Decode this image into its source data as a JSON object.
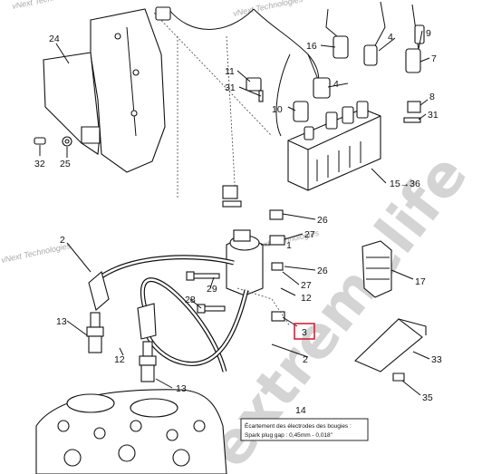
{
  "watermarks": {
    "brand_small": "vNext Technologies",
    "brand_large": "extremelife"
  },
  "callouts": [
    {
      "id": "c24",
      "text": "24"
    },
    {
      "id": "c16",
      "text": "16"
    },
    {
      "id": "c4a",
      "text": "4"
    },
    {
      "id": "c9",
      "text": "9"
    },
    {
      "id": "c11",
      "text": "11"
    },
    {
      "id": "c4b",
      "text": "4"
    },
    {
      "id": "c7",
      "text": "7"
    },
    {
      "id": "c31a",
      "text": "31"
    },
    {
      "id": "c10",
      "text": "10"
    },
    {
      "id": "c8",
      "text": "8"
    },
    {
      "id": "c31b",
      "text": "31"
    },
    {
      "id": "c32",
      "text": "32"
    },
    {
      "id": "c25",
      "text": "25"
    },
    {
      "id": "c1536",
      "text": "15→36"
    },
    {
      "id": "c26a",
      "text": "26"
    },
    {
      "id": "c2a",
      "text": "2"
    },
    {
      "id": "c27a",
      "text": "27"
    },
    {
      "id": "c1",
      "text": "1"
    },
    {
      "id": "c26b",
      "text": "26"
    },
    {
      "id": "c17",
      "text": "17"
    },
    {
      "id": "c29",
      "text": "29"
    },
    {
      "id": "c27b",
      "text": "27"
    },
    {
      "id": "c28",
      "text": "28"
    },
    {
      "id": "c12a",
      "text": "12"
    },
    {
      "id": "c13a",
      "text": "13"
    },
    {
      "id": "c3",
      "text": "3"
    },
    {
      "id": "c12b",
      "text": "12"
    },
    {
      "id": "c2b",
      "text": "2"
    },
    {
      "id": "c33",
      "text": "33"
    },
    {
      "id": "c13b",
      "text": "13"
    },
    {
      "id": "c35",
      "text": "35"
    },
    {
      "id": "c14",
      "text": "14"
    }
  ],
  "note_box": {
    "line1": "Écartement des électrodes des bougies :",
    "line2": "Spark plug gap : 0,45mm - 0,018\""
  },
  "colors": {
    "highlight": "#d0253a",
    "ink": "#111111"
  }
}
